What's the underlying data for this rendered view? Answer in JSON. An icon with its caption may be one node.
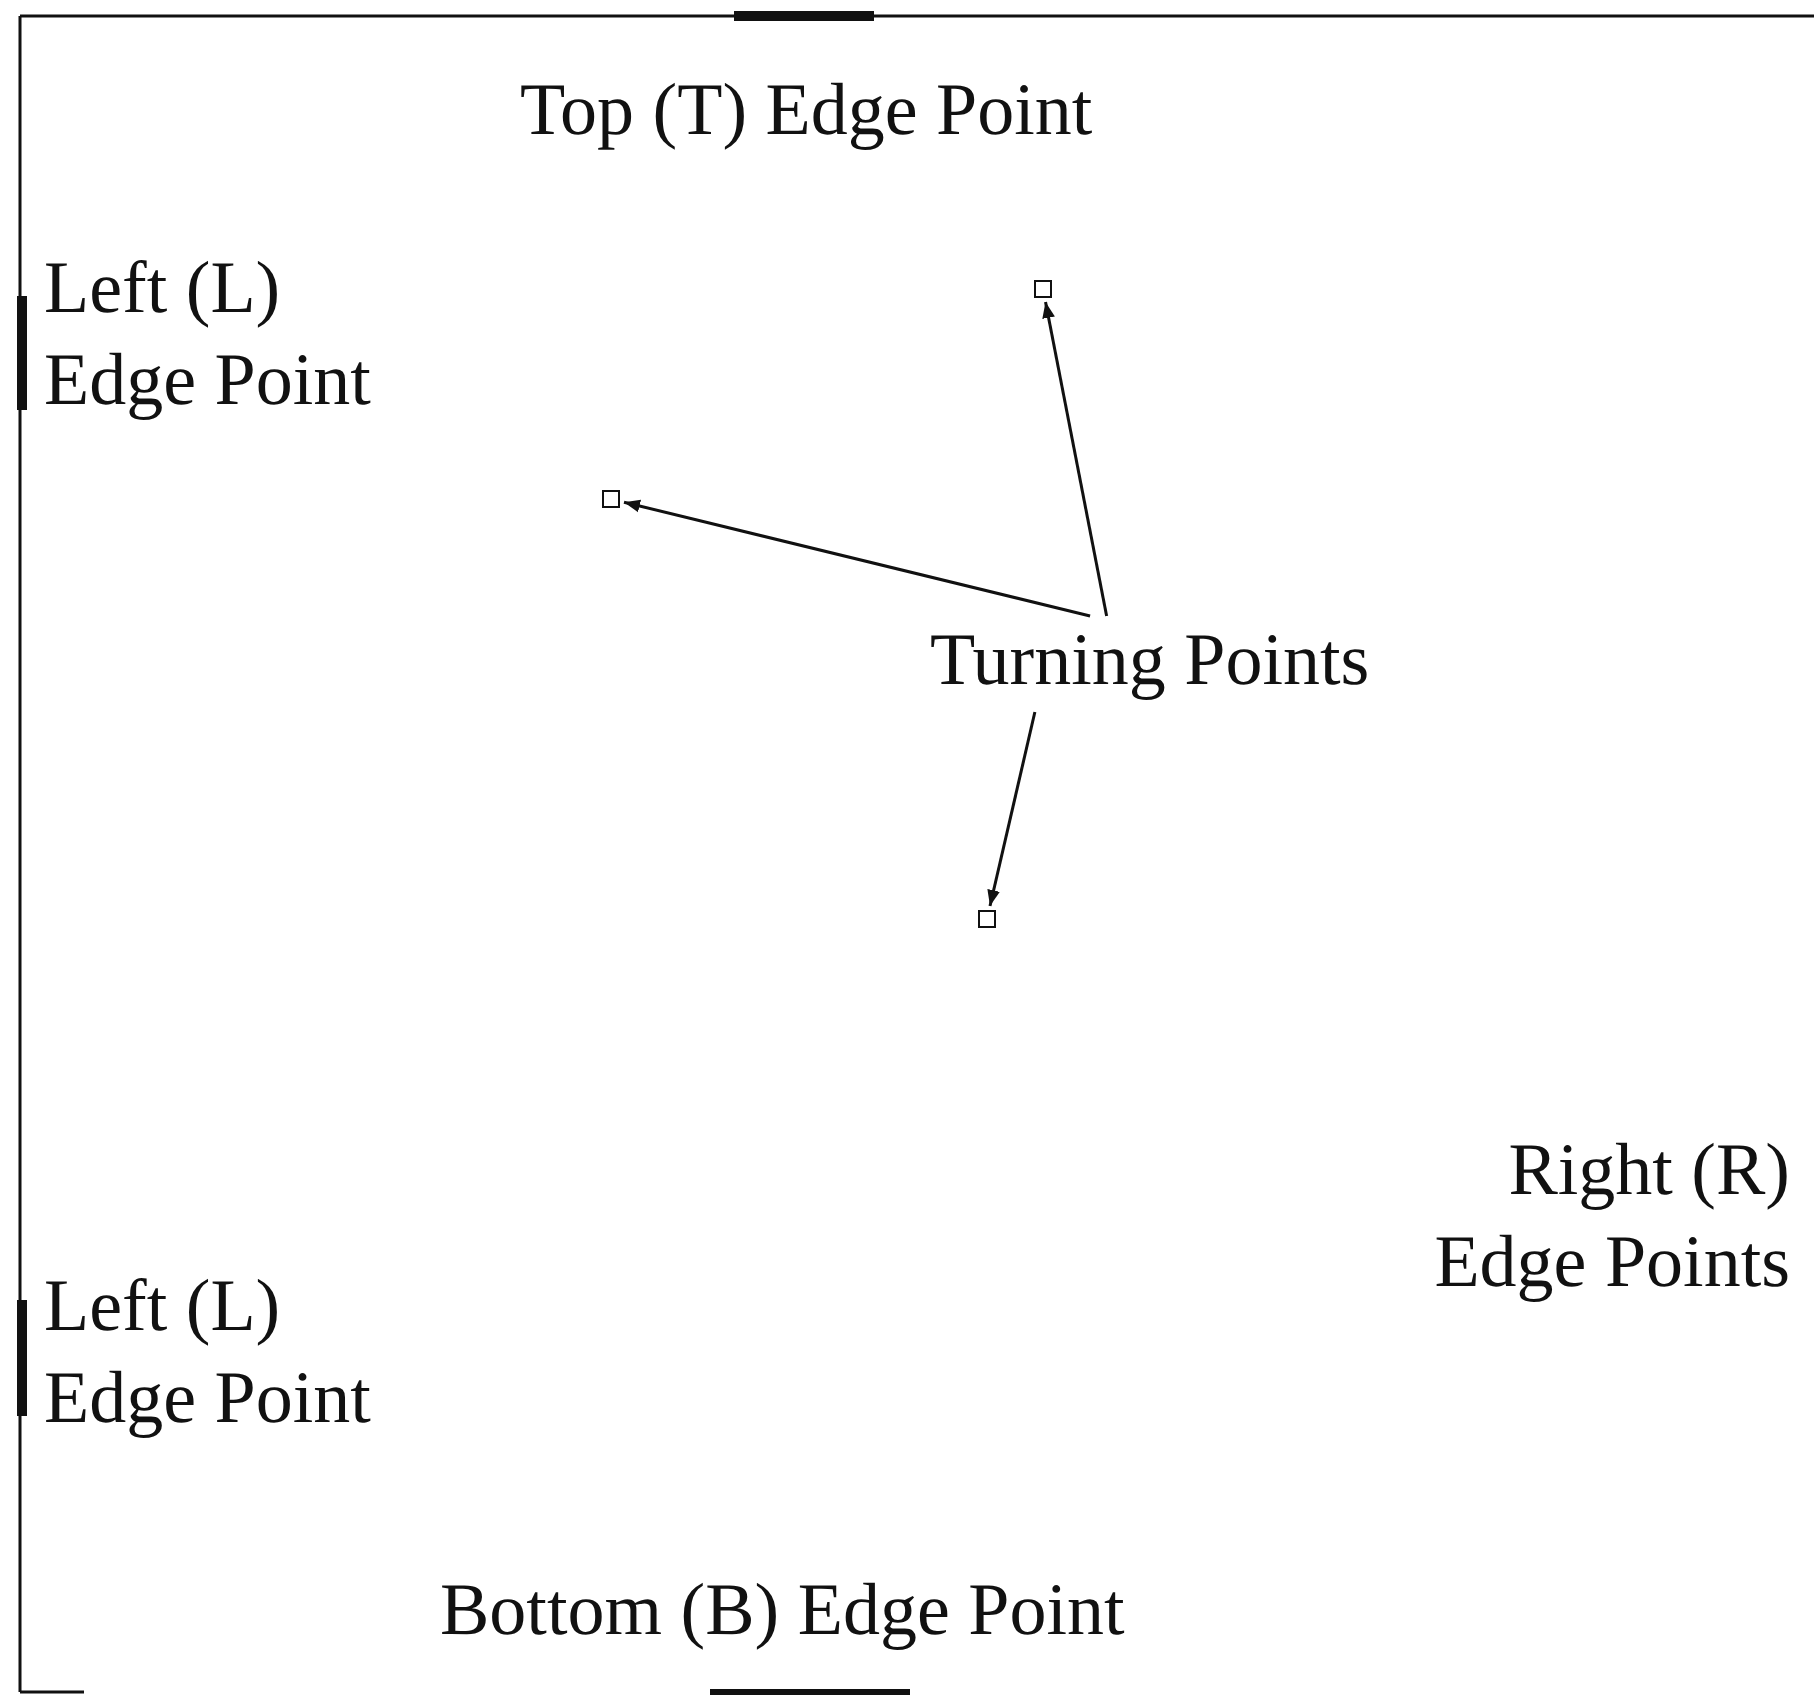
{
  "diagram": {
    "nodes": [
      {
        "text": [
          "Turning Points"
        ]
      },
      {
        "text": [],
        "shape": "box"
      },
      {
        "text": [],
        "shape": "box"
      },
      {
        "text": [],
        "shape": "box"
      }
    ],
    "edges": [
      {
        "from": 0,
        "to": 1,
        "arrow": "to"
      },
      {
        "from": 0,
        "to": 2,
        "arrow": "to"
      },
      {
        "from": 0,
        "to": 3,
        "arrow": "to"
      }
    ],
    "labels": [
      "Top (T) Edge Point",
      "Left (L) Edge Point",
      "Right (R) Edge Points",
      "Left (L) Edge Point",
      "Bottom (B) Edge Point"
    ]
  }
}
